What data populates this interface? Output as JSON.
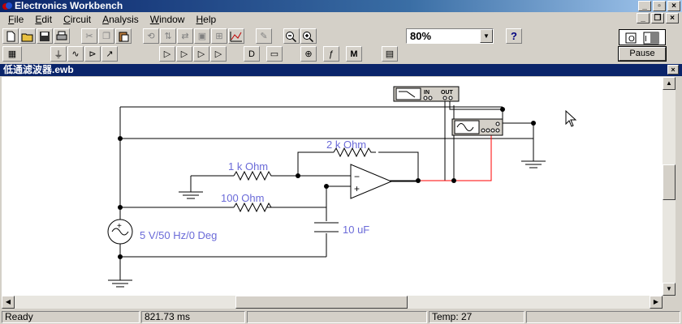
{
  "app": {
    "title": "Electronics Workbench"
  },
  "menu": [
    {
      "label": "File",
      "accel": "F",
      "rest": "ile"
    },
    {
      "label": "Edit",
      "accel": "E",
      "rest": "dit"
    },
    {
      "label": "Circuit",
      "accel": "C",
      "rest": "ircuit"
    },
    {
      "label": "Analysis",
      "accel": "A",
      "rest": "nalysis"
    },
    {
      "label": "Window",
      "accel": "W",
      "rest": "indow"
    },
    {
      "label": "Help",
      "accel": "H",
      "rest": "elp"
    }
  ],
  "toolbar": {
    "zoom_value": "80%",
    "help_label": "?",
    "pause_label": "Pause"
  },
  "document": {
    "title": "低通滤波器.ewb"
  },
  "circuit": {
    "r_feedback": "2 k Ohm",
    "r_input": "1 k Ohm",
    "r_series": "100  Ohm",
    "source": "5 V/50 Hz/0 Deg",
    "capacitor": "10 uF",
    "opamp_minus": "−",
    "opamp_plus": "+",
    "bode_in": "IN",
    "bode_out": "OUT"
  },
  "status": {
    "state": "Ready",
    "time": "821.73 ms",
    "temp": "Temp:  27"
  },
  "colors": {
    "title_bar": "#0a246a",
    "wire": "#000000",
    "probe_wire": "#ff0000",
    "label_text": "#6a6ad8"
  }
}
